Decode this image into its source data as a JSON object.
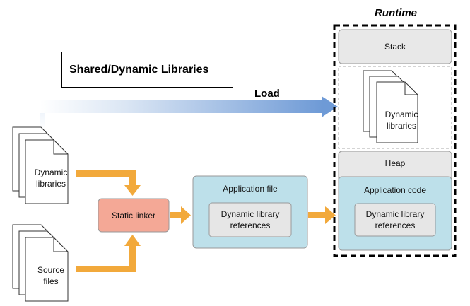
{
  "title": "Shared/Dynamic Libraries",
  "runtime": {
    "title": "Runtime",
    "stack_label": "Stack",
    "dynamic_libraries_label": "Dynamic\nlibraries",
    "heap_label": "Heap",
    "application_code_label": "Application code",
    "references_label": "Dynamic library\nreferences"
  },
  "load_label": "Load",
  "inputs": {
    "dynamic_libraries_label": "Dynamic\nlibraries",
    "source_files_label": "Source\nfiles"
  },
  "static_linker_label": "Static linker",
  "application_file": {
    "title": "Application file",
    "references_label": "Dynamic library\nreferences"
  },
  "colors": {
    "load_arrow": "#6e9ad6",
    "flow_arrow": "#f2a93b",
    "linker_fill": "#f4a896",
    "app_fill": "#bde0ea",
    "inner_fill": "#e6e6e6",
    "stack_fill": "#e8e8e8"
  }
}
